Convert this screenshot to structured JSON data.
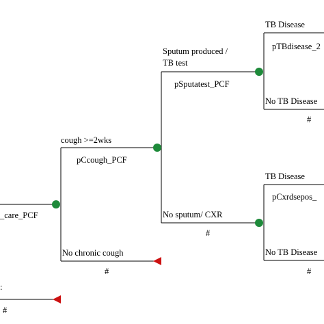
{
  "colors": {
    "chance_node": "#1e8a3a",
    "terminal_node": "#cc1111",
    "line": "#000000"
  },
  "labels": {
    "care_prob": "_care_PCF",
    "cough_branch": "cough >=2wks",
    "cough_prob": "pCcough_PCF",
    "no_cough_branch": "No chronic cough",
    "no_cough_prob": "#",
    "sputum_branch_line1": "Sputum produced /",
    "sputum_branch_line2": "TB test",
    "sputum_prob": "pSputatest_PCF",
    "no_sputum_branch": "No sputum/ CXR",
    "no_sputum_prob": "#",
    "tb_disease_top": "TB Disease",
    "tb_disease_top_prob": "pTBdisease_2",
    "no_tb_top": "No TB Disease",
    "no_tb_top_prob": "#",
    "tb_disease_bottom": "TB Disease",
    "tb_disease_bottom_prob": "pCxrdsepos_",
    "no_tb_bottom": "No TB Disease",
    "no_tb_bottom_prob": "#",
    "bottom_left_mark": ":",
    "bottom_left_prob": "#"
  }
}
